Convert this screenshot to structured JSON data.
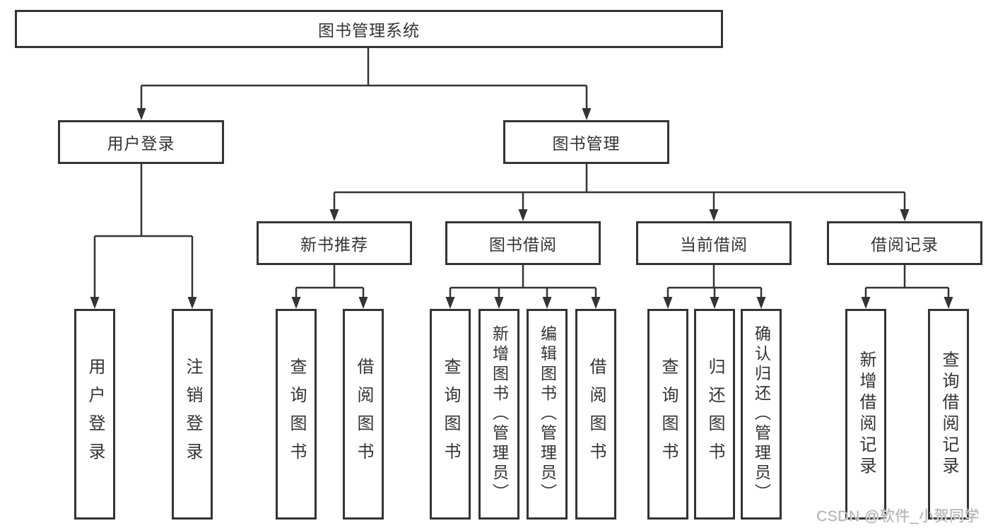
{
  "diagram": {
    "root": {
      "label": "图书管理系统"
    },
    "level2": [
      {
        "label": "用户登录"
      },
      {
        "label": "图书管理"
      }
    ],
    "level3": [
      {
        "label": "新书推荐"
      },
      {
        "label": "图书借阅"
      },
      {
        "label": "当前借阅"
      },
      {
        "label": "借阅记录"
      }
    ],
    "leaves": [
      {
        "label": "用户登录"
      },
      {
        "label": "注销登录"
      },
      {
        "label": "查询图书"
      },
      {
        "label": "借阅图书"
      },
      {
        "label": "查询图书"
      },
      {
        "label": "新增图书（管理员）"
      },
      {
        "label": "编辑图书（管理员）"
      },
      {
        "label": "借阅图书"
      },
      {
        "label": "查询图书"
      },
      {
        "label": "归还图书"
      },
      {
        "label": "确认归还（管理员）"
      },
      {
        "label": "新增借阅记录"
      },
      {
        "label": "查询借阅记录"
      }
    ],
    "line_color": "#343434"
  },
  "watermark": {
    "text": "CSDN @软件_小贺同学"
  }
}
